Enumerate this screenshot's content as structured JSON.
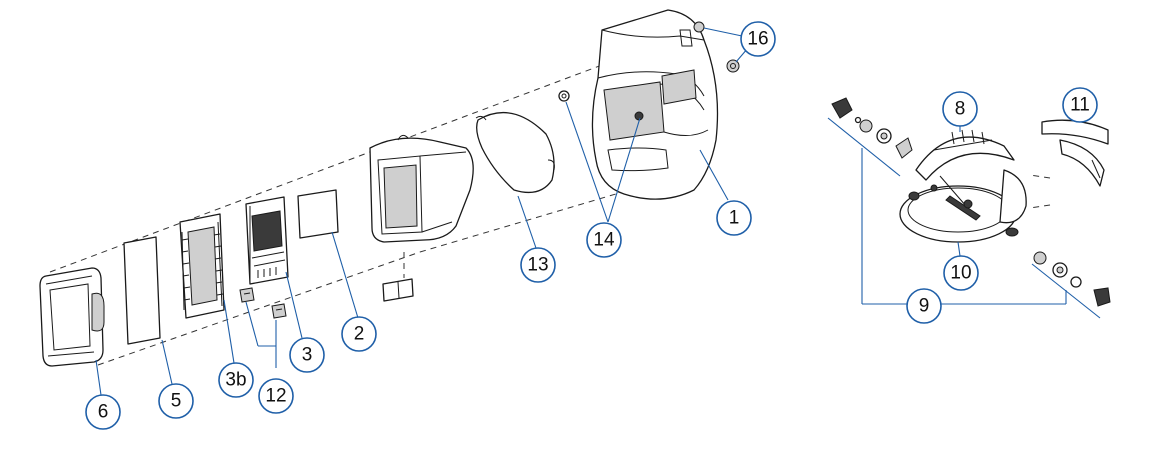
{
  "diagram": {
    "callouts": {
      "c1": "1",
      "c2": "2",
      "c3": "3",
      "c3b": "3b",
      "c5": "5",
      "c6": "6",
      "c8": "8",
      "c9": "9",
      "c10": "10",
      "c11": "11",
      "c12": "12",
      "c13": "13",
      "c14": "14",
      "c16": "16"
    },
    "colors": {
      "callout_stroke": "#1f5fa8",
      "line": "#1a1a1a"
    }
  }
}
